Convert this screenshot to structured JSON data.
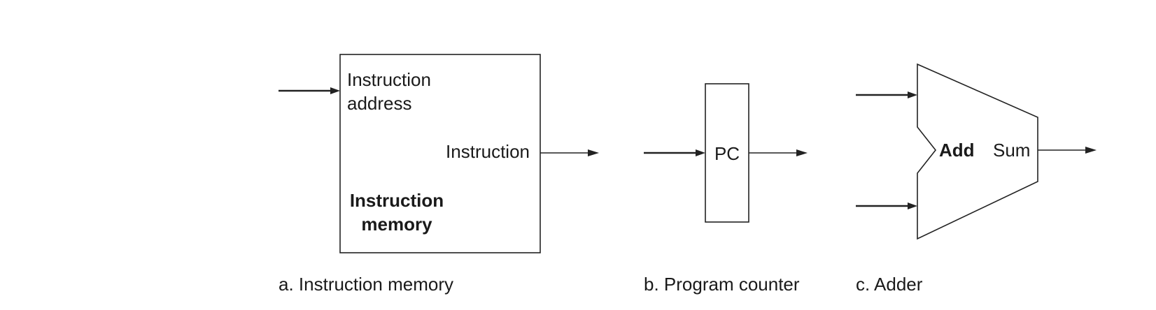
{
  "instruction_memory": {
    "input_label_line1": "Instruction",
    "input_label_line2": "address",
    "output_label": "Instruction",
    "name_line1": "Instruction",
    "name_line2": "memory",
    "caption": "a. Instruction memory"
  },
  "program_counter": {
    "name": "PC",
    "caption": "b. Program counter"
  },
  "adder": {
    "name": "Add",
    "output_label": "Sum",
    "caption": "c. Adder"
  }
}
